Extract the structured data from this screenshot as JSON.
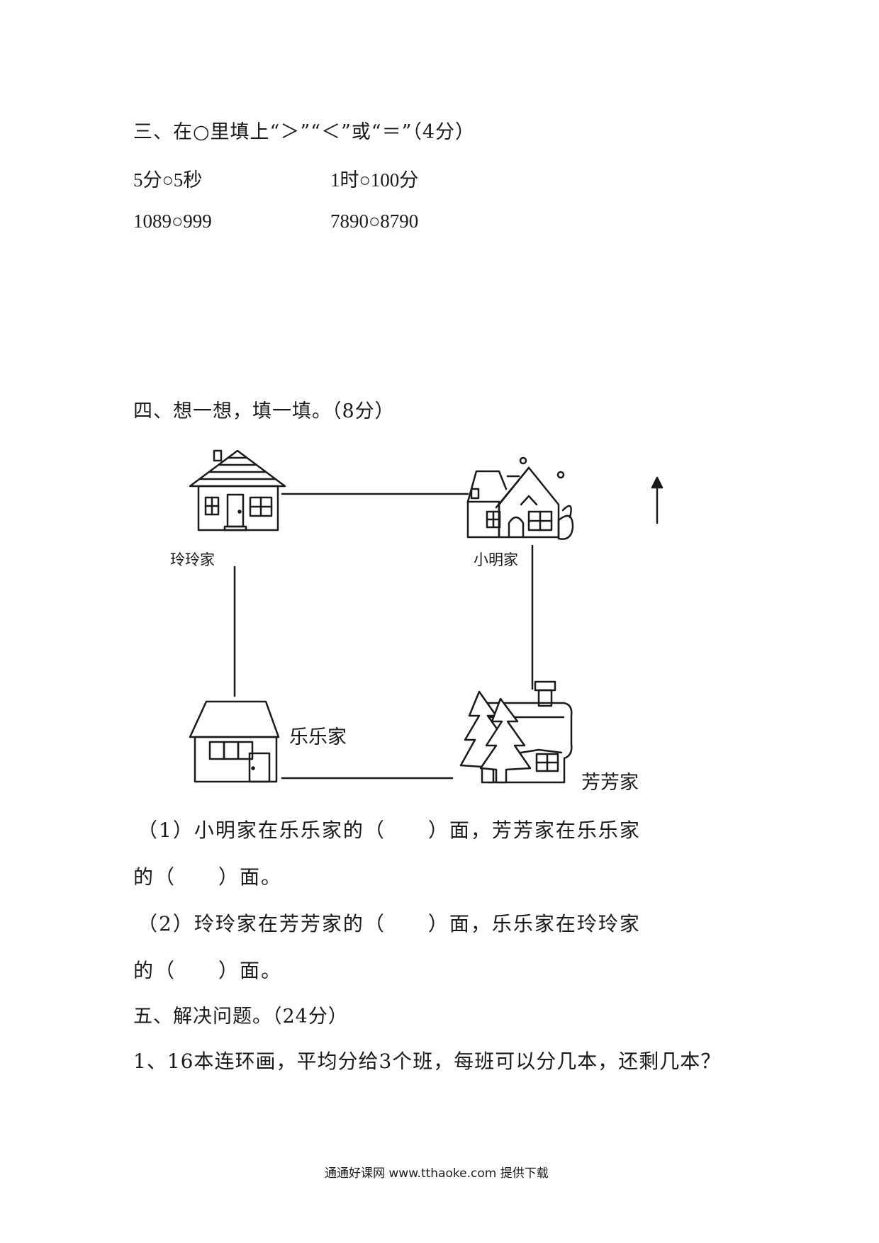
{
  "section3": {
    "heading": "三、在○里填上“＞”“＜”或“＝”（4分）",
    "items": [
      "5分○5秒",
      "1时○100分",
      "1089○999",
      "7890○8790"
    ]
  },
  "section4": {
    "heading": "四、想一想，填一填。（8分）",
    "labels": {
      "lingling": "玲玲家",
      "xiaoming": "小明家",
      "lele": "乐乐家",
      "fangfang": "芳芳家"
    },
    "questions": [
      "（1）小明家在乐乐家的（　　）面，芳芳家在乐乐家",
      "的（　　）面。",
      "（2）玲玲家在芳芳家的（　　）面，乐乐家在玲玲家",
      "的（　　）面。"
    ]
  },
  "section5": {
    "heading": "五、解决问题。（24分）",
    "problems": [
      "1、16本连环画，平均分给3个班，每班可以分几本，还剩几本？"
    ]
  },
  "footer": {
    "text": "通通好课网 www.tthaoke.com 提供下载"
  }
}
